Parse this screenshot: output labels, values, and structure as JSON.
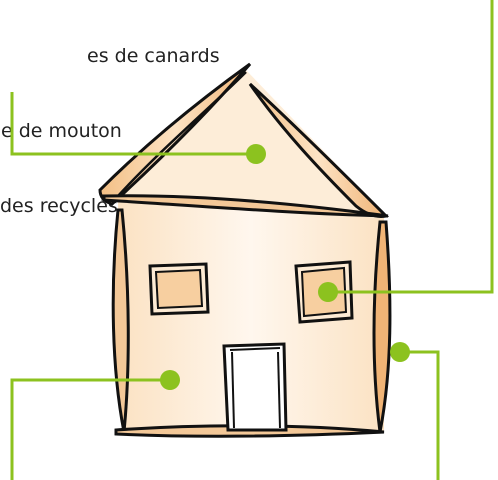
{
  "callout_text": {
    "lines": [
      "Plumes de canards",
      "Laine de mouton",
      "Textiles recyclés"
    ],
    "visible_lines": [
      "es de canards",
      "e de mouton",
      "des recyclés"
    ]
  },
  "colors": {
    "accent": "#8cc21f",
    "outline": "#111111",
    "fill_light": "#fdebd4",
    "fill_mid": "#f7cfa0",
    "fill_dark": "#f0b476",
    "text": "#222222"
  },
  "icons": [
    "house-sketch-icon"
  ]
}
